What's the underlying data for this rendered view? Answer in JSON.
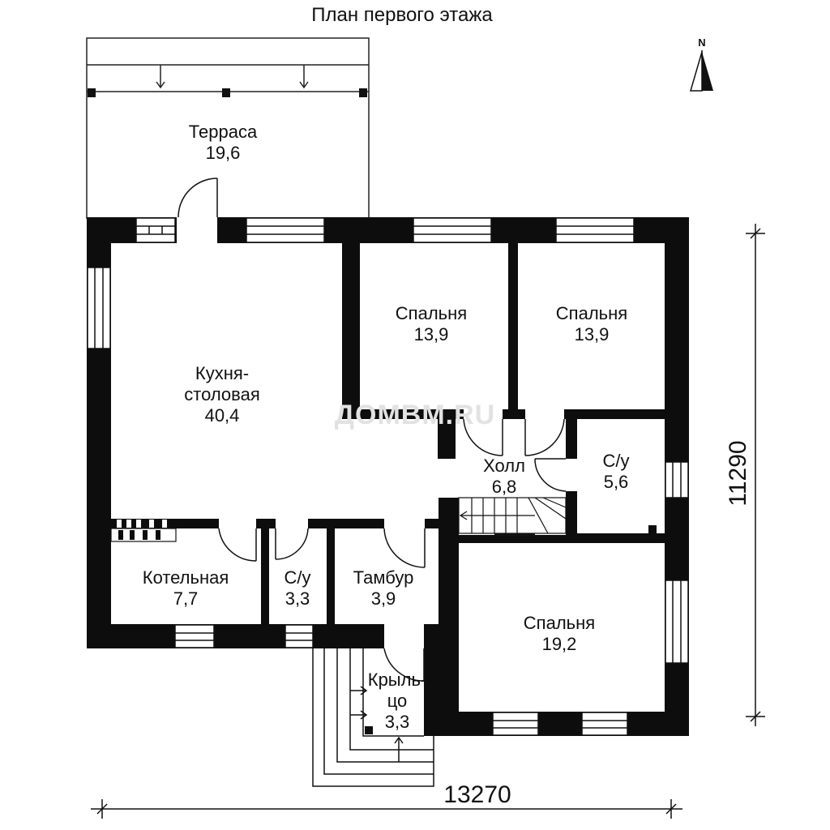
{
  "title": "План первого этажа",
  "north_label": "N",
  "watermark": "ДОМВМ.RU",
  "dimensions": {
    "width": "13270",
    "height": "11290"
  },
  "rooms": [
    {
      "id": "terrace",
      "name": "Терраса",
      "area": "19,6"
    },
    {
      "id": "kitchen",
      "name_line1": "Кухня-",
      "name_line2": "столовая",
      "area": "40,4"
    },
    {
      "id": "bedroom1",
      "name": "Спальня",
      "area": "13,9"
    },
    {
      "id": "bedroom2",
      "name": "Спальня",
      "area": "13,9"
    },
    {
      "id": "hall",
      "name": "Холл",
      "area": "6,8"
    },
    {
      "id": "bath1",
      "name": "С/у",
      "area": "5,6"
    },
    {
      "id": "boiler",
      "name": "Котельная",
      "area": "7,7"
    },
    {
      "id": "bath2",
      "name": "С/у",
      "area": "3,3"
    },
    {
      "id": "vestibule",
      "name": "Тамбур",
      "area": "3,9"
    },
    {
      "id": "bedroom3",
      "name": "Спальня",
      "area": "19,2"
    },
    {
      "id": "porch",
      "name_line1": "Крыль-",
      "name_line2": "цо",
      "area": "3,3"
    }
  ]
}
